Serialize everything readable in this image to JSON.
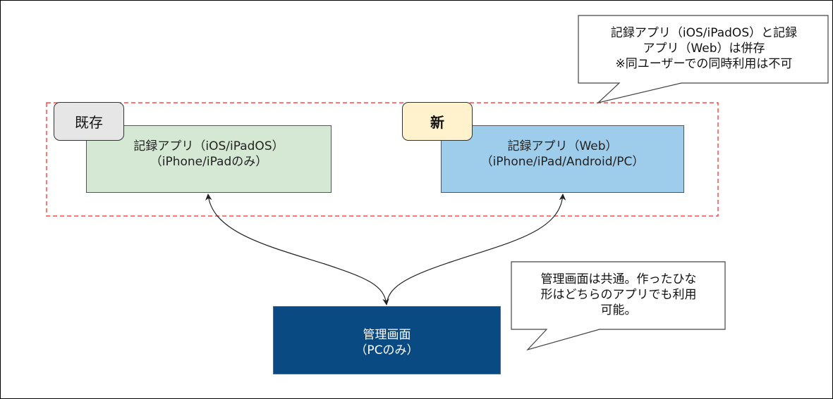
{
  "diagram": {
    "group_label": "coexisting-apps",
    "existing_tag": "既存",
    "new_tag": "新",
    "existing_app": {
      "line1": "記録アプリ（iOS/iPadOS）",
      "line2": "（iPhone/iPadのみ）"
    },
    "new_app": {
      "line1": "記録アプリ（Web）",
      "line2": "（iPhone/iPad/Android/PC）"
    },
    "admin": {
      "line1": "管理画面",
      "line2": "（PCのみ）"
    },
    "callouts": {
      "coexist": {
        "line1": "記録アプリ（iOS/iPadOS）と記録",
        "line2": "アプリ（Web）は併存",
        "line3": "※同ユーザーでの同時利用は不可"
      },
      "shared_admin": {
        "line1": "管理画面は共通。作ったひな",
        "line2": "形はどちらのアプリでも利用",
        "line3": "可能。"
      }
    },
    "colors": {
      "existing_app_fill": "#d5e8d4",
      "new_app_fill": "#9dcdeb",
      "admin_fill": "#0a4a83",
      "existing_tag_fill": "#e6e6e6",
      "new_tag_fill": "#fff2cc",
      "group_border": "#ff0000"
    }
  }
}
